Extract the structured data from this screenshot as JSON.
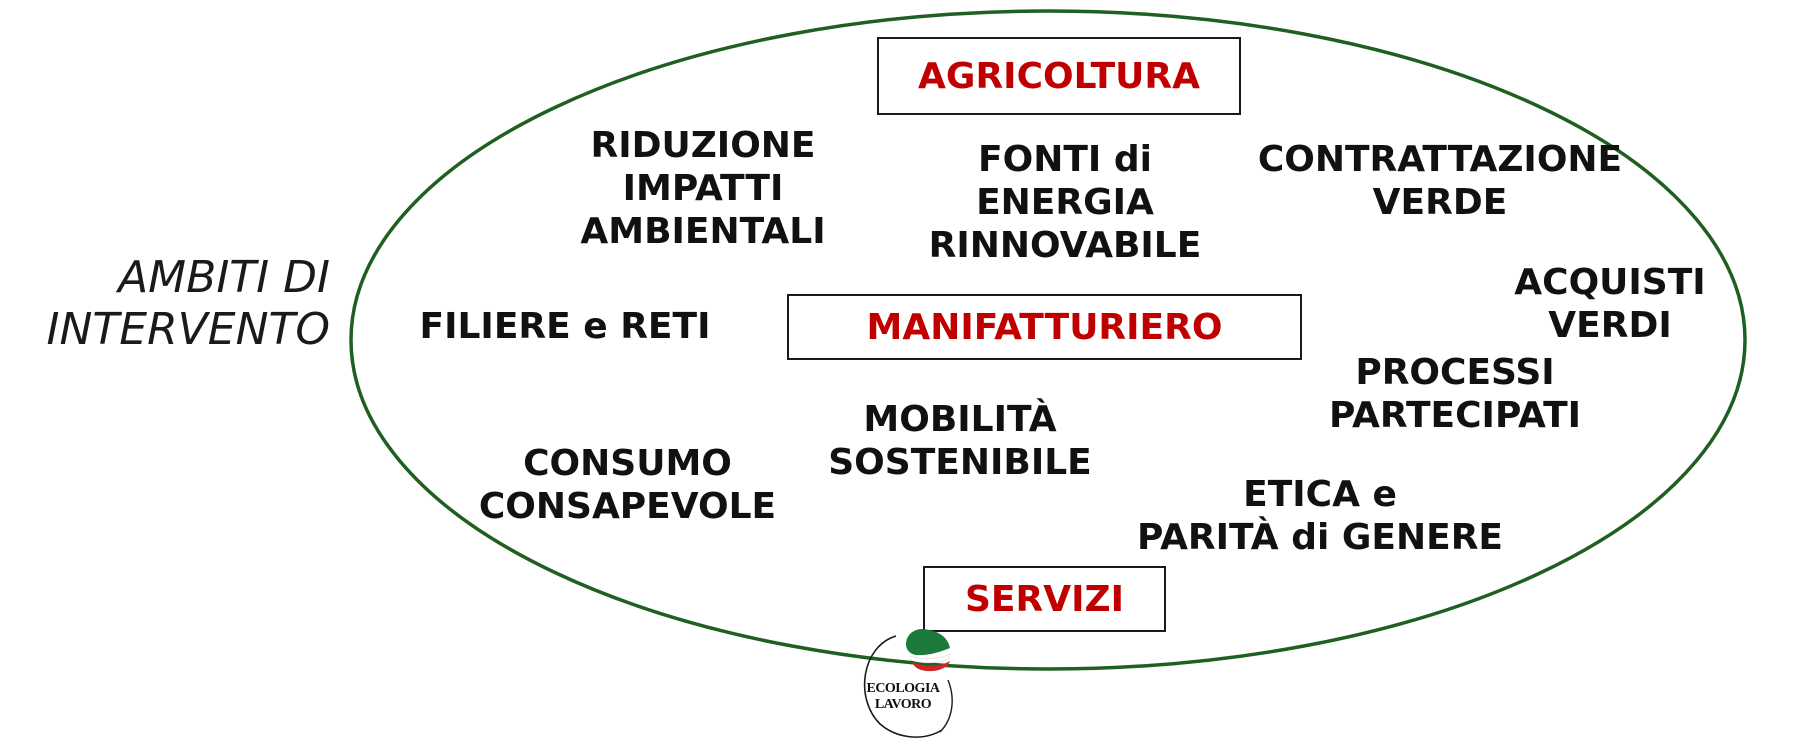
{
  "side_label": [
    "AMBITI DI",
    "INTERVENTO"
  ],
  "sectors": {
    "agricoltura": "AGRICOLTURA",
    "manifatturiero": "MANIFATTURIERO",
    "servizi": "SERVIZI"
  },
  "topics": {
    "riduzione_impatti": [
      "RIDUZIONE",
      "IMPATTI",
      "AMBIENTALI"
    ],
    "fonti_energia": [
      "FONTI di",
      "ENERGIA",
      "RINNOVABILE"
    ],
    "contrattazione_verde": [
      "CONTRATTAZIONE",
      "VERDE"
    ],
    "acquisti_verdi": [
      "ACQUISTI",
      "VERDI"
    ],
    "filiere_reti": [
      "FILIERE e RETI"
    ],
    "processi_partecipati": [
      "PROCESSI",
      "PARTECIPATI"
    ],
    "mobilita_sostenibile": [
      "MOBILITÀ",
      "SOSTENIBILE"
    ],
    "consumo_consapevole": [
      "CONSUMO",
      "CONSAPEVOLE"
    ],
    "etica_parita": [
      "ETICA e",
      "PARITÀ di GENERE"
    ]
  },
  "logo": {
    "lines": [
      "ECOLOGIA",
      "LAVORO"
    ]
  },
  "colors": {
    "ellipse": "#1f5f1f",
    "sector_text": "#c00000",
    "logo_green": "#1b7a3a",
    "logo_red": "#d0262a"
  }
}
